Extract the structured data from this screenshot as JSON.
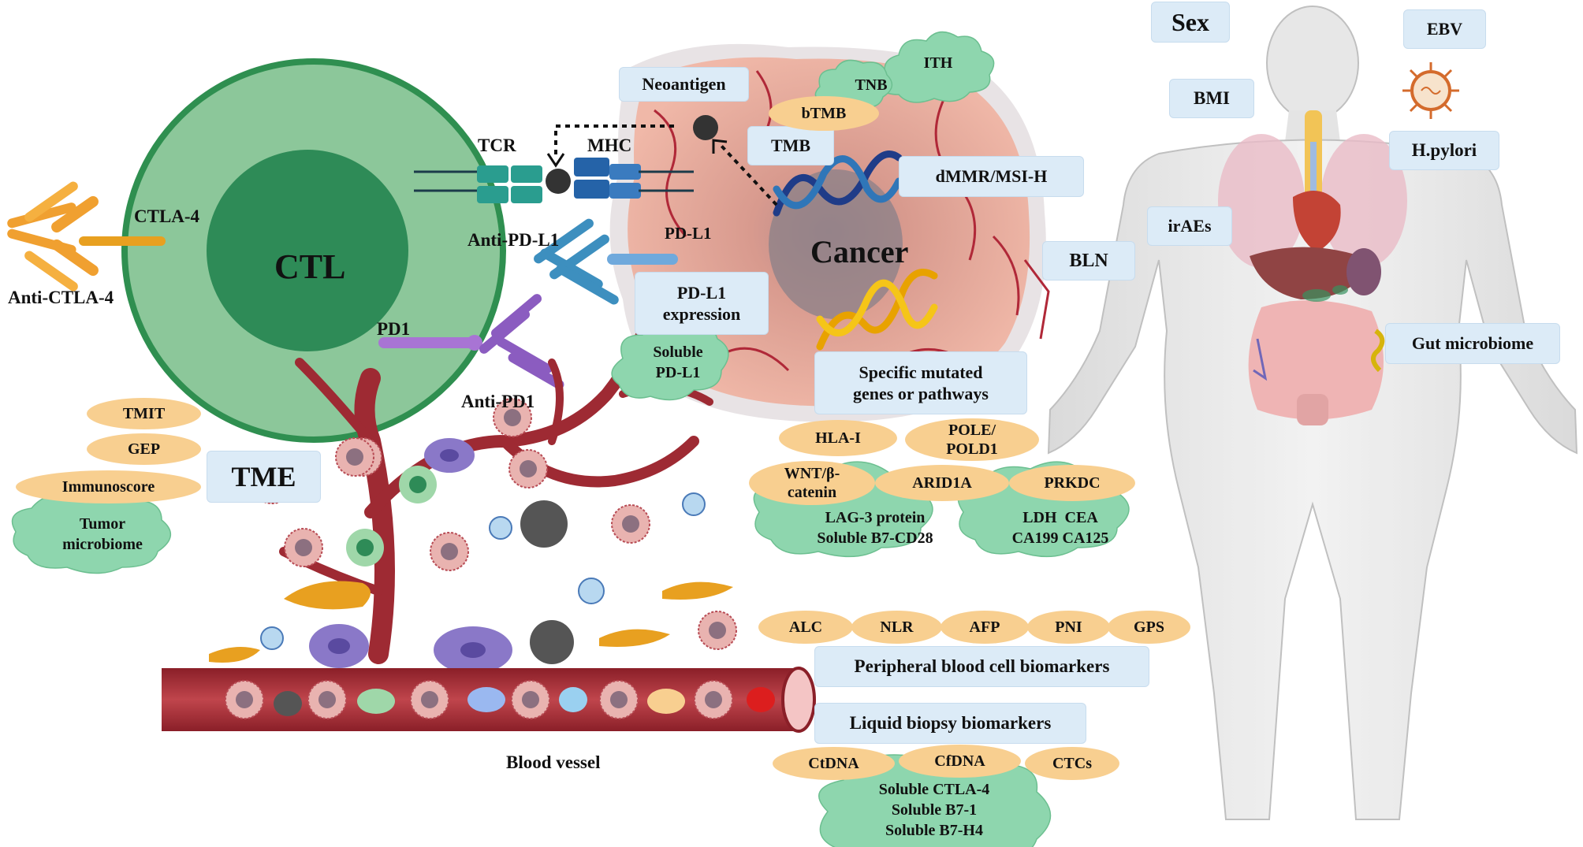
{
  "cell": {
    "ctl": "CTL",
    "cancer": "Cancer"
  },
  "receptors": {
    "ctla4": "CTLA-4",
    "anti_ctla4": "Anti-CTLA-4",
    "pd1": "PD1",
    "anti_pd1": "Anti-PD1",
    "tcr": "TCR",
    "mhc": "MHC",
    "anti_pdl1": "Anti-PD-L1",
    "pdl1": "PD-L1"
  },
  "tumor_boxes": {
    "neoantigen": "Neoantigen",
    "tmb": "TMB",
    "dmmr": "dMMR/MSI-H",
    "bln": "BLN",
    "pdl1_expression": [
      "PD-L1",
      "expression"
    ],
    "specific_genes": [
      "Specific mutated",
      "genes or pathways"
    ]
  },
  "tumor_pills": {
    "btmb": "bTMB",
    "hla": "HLA-I",
    "pole": [
      "POLE/",
      "POLD1"
    ],
    "wnt": [
      "WNT/β-",
      "catenin"
    ],
    "arid1a": "ARID1A",
    "prkdc": "PRKDC"
  },
  "tumor_clouds": {
    "tnb": "TNB",
    "ith": "ITH",
    "soluble_pdl1": [
      "Soluble",
      "PD-L1"
    ],
    "lag3": [
      "LAG-3 protein",
      "Soluble B7-CD28"
    ],
    "ldh": [
      "LDH  CEA",
      "CA199 CA125"
    ]
  },
  "tme": {
    "title": "TME",
    "pills": [
      "TMIT",
      "GEP",
      "Immunoscore"
    ],
    "cloud": [
      "Tumor",
      "microbiome"
    ]
  },
  "blood": {
    "vessel_label": "Blood vessel",
    "markers": [
      "ALC",
      "NLR",
      "AFP",
      "PNI",
      "GPS"
    ],
    "peripheral": "Peripheral blood cell biomarkers",
    "liquid": "Liquid biopsy biomarkers",
    "liquid_pills": [
      "CtDNA",
      "CfDNA",
      "CTCs"
    ],
    "soluble": [
      "Soluble CTLA-4",
      "Soluble B7-1",
      "Soluble B7-H4"
    ]
  },
  "host": {
    "sex": "Sex",
    "ebv": "EBV",
    "bmi": "BMI",
    "hpylori": "H.pylori",
    "iraes": "irAEs",
    "gut": "Gut microbiome"
  },
  "colors": {
    "ctl_outer": "#8cc79a",
    "ctl_inner": "#2e8b57",
    "tumor": "#e8a090",
    "vessel": "#a8323a",
    "box": "#dcebf7",
    "pill": "#f8cf90",
    "cloud": "#8ed6ae"
  }
}
